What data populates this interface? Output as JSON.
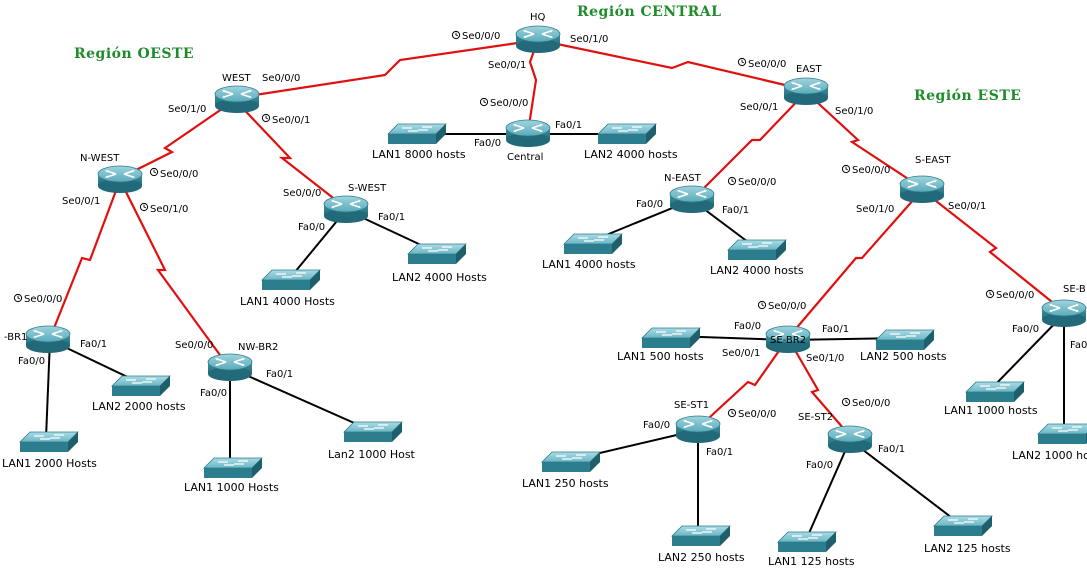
{
  "regions": {
    "central": "Región CENTRAL",
    "oeste": "Región OESTE",
    "este": "Región ESTE"
  },
  "routers": {
    "hq": "HQ",
    "west": "WEST",
    "east": "EAST",
    "central": "Central",
    "n_west": "N-WEST",
    "s_west": "S-WEST",
    "n_east": "N-EAST",
    "s_east": "S-EAST",
    "nw_br1": "-BR1",
    "nw_br2": "NW-BR2",
    "se_br2": "SE-BR2",
    "se_br3": "SE-B",
    "se_st1": "SE-ST1",
    "se_st2": "SE-ST2"
  },
  "lans": {
    "central_lan1": "LAN1 8000 hosts",
    "central_lan2": "LAN2 4000 hosts",
    "swest_lan1": "LAN1 4000 Hosts",
    "swest_lan2": "LAN2 4000 Hosts",
    "br1_lan1": "LAN1 2000 Hosts",
    "br1_lan2": "LAN2 2000 hosts",
    "br2_lan1": "LAN1 1000 Hosts",
    "br2_lan2": "Lan2 1000 Host",
    "neast_lan1": "LAN1 4000 hosts",
    "neast_lan2": "LAN2 4000 hosts",
    "sebr2_lan1": "LAN1 500 hosts",
    "sebr2_lan2": "LAN2 500 hosts",
    "sest1_lan1": "LAN1 250 hosts",
    "sest1_lan2": "LAN2 250 hosts",
    "sest2_lan1": "LAN1 125 hosts",
    "sest2_lan2": "LAN2 125 hosts",
    "sebr3_lan1": "LAN1 1000 hosts",
    "sebr3_lan2": "LAN2 1000 ho"
  },
  "ports": {
    "hq_se000": "Se0/0/0",
    "hq_se010": "Se0/1/0",
    "hq_se001": "Se0/0/1",
    "west_se000": "Se0/0/0",
    "west_se010": "Se0/1/0",
    "west_se001": "Se0/0/1",
    "central_se000": "Se0/0/0",
    "central_fa00": "Fa0/0",
    "central_fa01": "Fa0/1",
    "east_se000": "Se0/0/0",
    "east_se001": "Se0/0/1",
    "east_se010": "Se0/1/0",
    "nwest_se000": "Se0/0/0",
    "nwest_se001": "Se0/0/1",
    "nwest_se010": "Se0/1/0",
    "swest_se000": "Se0/0/0",
    "swest_fa00": "Fa0/0",
    "swest_fa01": "Fa0/1",
    "neast_se000": "Se0/0/0",
    "neast_fa00": "Fa0/0",
    "neast_fa01": "Fa0/1",
    "seast_se000": "Se0/0/0",
    "seast_se010": "Se0/1/0",
    "seast_se001": "Se0/0/1",
    "br1_se000": "Se0/0/0",
    "br1_fa00": "Fa0/0",
    "br1_fa01": "Fa0/1",
    "br2_se000": "Se0/0/0",
    "br2_fa00": "Fa0/0",
    "br2_fa01": "Fa0/1",
    "sebr2_se000": "Se0/0/0",
    "sebr2_fa00": "Fa0/0",
    "sebr2_fa01": "Fa0/1",
    "sebr2_se001": "Se0/0/1",
    "sebr2_se010": "Se0/1/0",
    "sest1_se000": "Se0/0/0",
    "sest1_fa00": "Fa0/0",
    "sest1_fa01": "Fa0/1",
    "sest2_se000": "Se0/0/0",
    "sest2_fa00": "Fa0/0",
    "sest2_fa01": "Fa0/1",
    "sebr3_se000": "Se0/0/0",
    "sebr3_fa00": "Fa0/0",
    "sebr3_fa0x": "Fa0"
  },
  "colors": {
    "serial_link": "#e01010",
    "ethernet_link": "#000000",
    "region_label": "#1e8c2a",
    "device_teal": "#3f97a7"
  }
}
